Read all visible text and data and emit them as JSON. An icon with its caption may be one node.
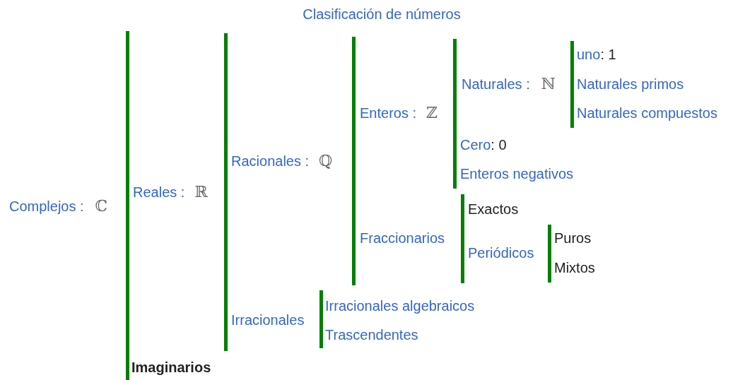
{
  "diagram": {
    "title": "Clasificación de números",
    "nodes": [
      {
        "text": [
          "Complejos :",
          "ℂ"
        ]
      },
      {
        "text": [
          "Reales :",
          "ℝ"
        ]
      },
      {
        "text": [
          "Imaginarios"
        ]
      },
      {
        "text": [
          "Racionales :",
          "ℚ"
        ]
      },
      {
        "text": [
          "Irracionales"
        ]
      },
      {
        "text": [
          "Enteros :",
          "ℤ"
        ]
      },
      {
        "text": [
          "Fraccionarios"
        ]
      },
      {
        "text": [
          "Naturales :",
          "ℕ"
        ]
      },
      {
        "text": [
          "uno",
          ": 1"
        ]
      },
      {
        "text": [
          "Naturales primos"
        ]
      },
      {
        "text": [
          "Naturales compuestos"
        ]
      },
      {
        "text": [
          "Cero",
          ": 0"
        ]
      },
      {
        "text": [
          "Enteros negativos"
        ]
      },
      {
        "text": [
          "Exactos"
        ]
      },
      {
        "text": [
          "Periódicos"
        ]
      },
      {
        "text": [
          "Puros"
        ]
      },
      {
        "text": [
          "Mixtos"
        ]
      },
      {
        "text": [
          "Irracionales algebraicos"
        ]
      },
      {
        "text": [
          "Trascendentes"
        ]
      }
    ]
  }
}
